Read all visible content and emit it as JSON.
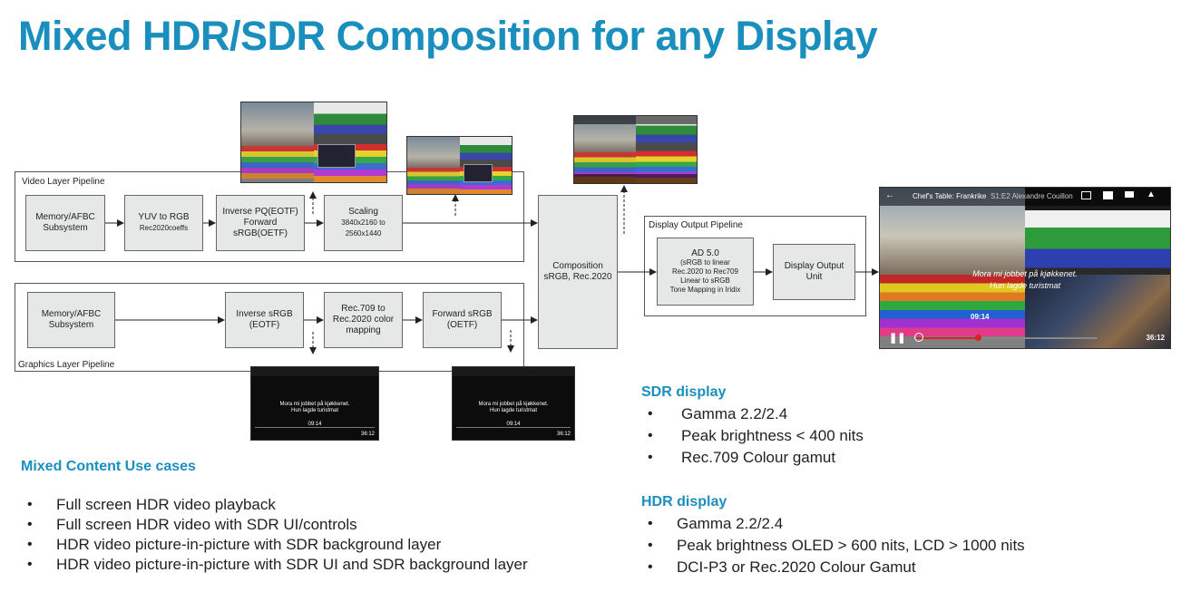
{
  "title": "Mixed HDR/SDR Composition for any Display",
  "video_pipeline": {
    "label": "Video Layer Pipeline",
    "boxes": [
      {
        "text": "Memory/AFBC\nSubsystem"
      },
      {
        "text": "YUV to RGB",
        "sub": "Rec2020coeffs"
      },
      {
        "text": "Inverse PQ(EOTF)\nForward sRGB(OETF)"
      },
      {
        "text": "Scaling",
        "sub": "3840x2160 to\n2560x1440"
      }
    ]
  },
  "graphics_pipeline": {
    "label": "Graphics Layer Pipeline",
    "boxes": [
      {
        "text": "Memory/AFBC\nSubsystem"
      },
      {
        "text": "Inverse sRGB\n(EOTF)"
      },
      {
        "text": "Rec.709 to\nRec.2020 color\nmapping"
      },
      {
        "text": "Forward sRGB\n(OETF)"
      }
    ]
  },
  "composition": {
    "text": "Composition\nsRGB, Rec.2020"
  },
  "display_output": {
    "label": "Display Output Pipeline",
    "ad_title": "AD 5.0",
    "ad_body": "(sRGB to linear\nRec.2020 to Rec709\nLinear to sRGB\nTone Mapping in Iridix",
    "unit": "Display Output Unit"
  },
  "player": {
    "title": "Chef's Table: Frankrike",
    "subtitle": "S1:E2 Alexandre Couillon",
    "caption1": "Mora mi jobbet på kjøkkenet.",
    "caption2": "Hun lagde turistmat",
    "time_current": "09:14",
    "time_total": "36:12"
  },
  "mini_player": {
    "caption1": "Mora mi jobbet på kjøkkenet.",
    "caption2": "Hun lagde turistmat",
    "time_current": "09:14",
    "time_total": "36:12"
  },
  "mixed": {
    "heading": "Mixed Content Use cases",
    "items": [
      "Full screen HDR video playback",
      "Full screen HDR video with SDR UI/controls",
      "HDR video picture-in-picture with SDR background layer",
      "HDR video picture-in-picture with SDR UI and SDR background layer"
    ]
  },
  "sdr": {
    "heading": "SDR display",
    "items": [
      "Gamma 2.2/2.4",
      "Peak brightness < 400 nits",
      "Rec.709 Colour gamut"
    ]
  },
  "hdr": {
    "heading": "HDR display",
    "items": [
      "Gamma 2.2/2.4",
      "Peak brightness OLED > 600 nits, LCD > 1000 nits",
      "DCI-P3 or Rec.2020 Colour Gamut"
    ]
  },
  "colors": {
    "accent": "#1a8fbe",
    "box_fill": "#e6e8e8"
  },
  "icons": [
    "cast-icon",
    "window-icon",
    "subtitles-icon",
    "volume-icon",
    "play-pause-icon",
    "rewind-icon"
  ]
}
